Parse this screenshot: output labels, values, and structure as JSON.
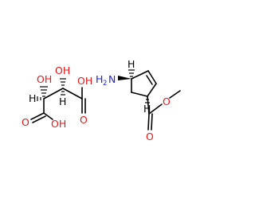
{
  "molecule_left": {
    "oh_a": "OH",
    "oh_b": "OH",
    "oh_c": "OH",
    "oh_d": "OH",
    "h_a": "H",
    "h_b": "H",
    "o_a": "O",
    "o_b": "O"
  },
  "molecule_right": {
    "amine_h": "H",
    "amine_sub": "2",
    "amine_n": "N",
    "h_c": "H",
    "h_d": "H",
    "o_c": "O",
    "o_d": "O"
  },
  "colors": {
    "bond": "#000000",
    "oxygen": "#e8171a",
    "nitrogen": "#2323d0"
  }
}
